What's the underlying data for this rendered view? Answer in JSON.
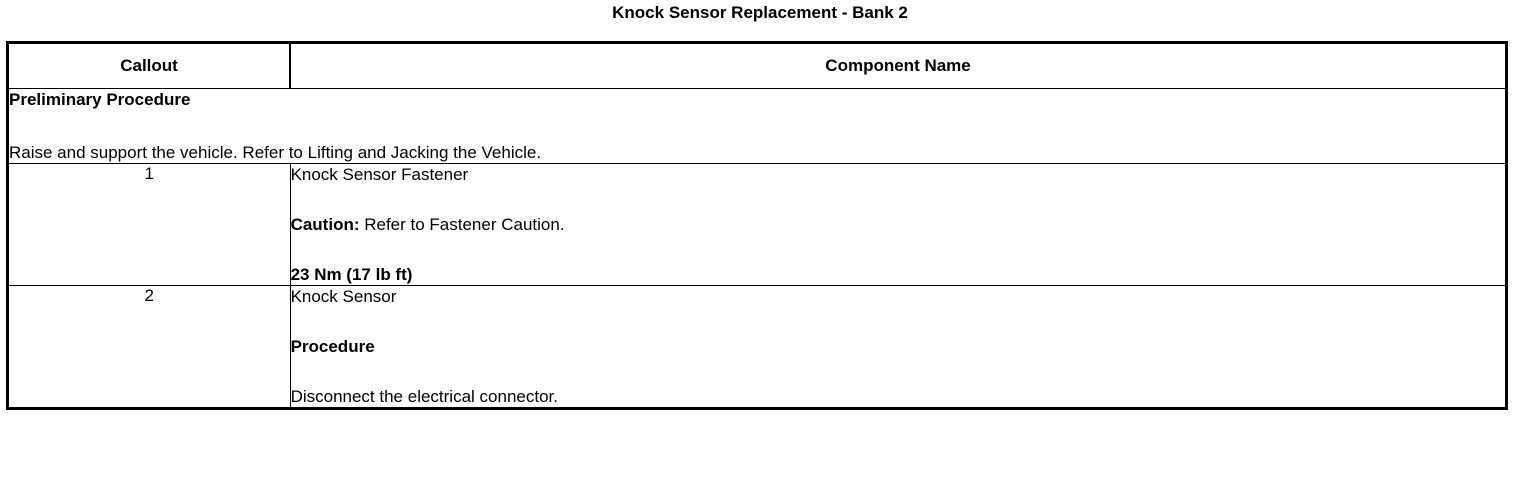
{
  "document": {
    "title": "Knock Sensor Replacement - Bank 2"
  },
  "table": {
    "headers": {
      "callout": "Callout",
      "component_name": "Component Name"
    },
    "preliminary": {
      "heading": "Preliminary Procedure",
      "text": "Raise and support the vehicle. Refer to Lifting and Jacking the Vehicle."
    },
    "rows": [
      {
        "callout": "1",
        "name": "Knock Sensor Fastener",
        "caution_label": "Caution:",
        "caution_text": " Refer to Fastener Caution.",
        "torque": "23 Nm (17 lb ft)"
      },
      {
        "callout": "2",
        "name": "Knock Sensor",
        "procedure_label": "Procedure",
        "procedure_text": "Disconnect the electrical connector."
      }
    ]
  },
  "colors": {
    "text": "#000000",
    "background": "#ffffff",
    "border": "#000000"
  }
}
